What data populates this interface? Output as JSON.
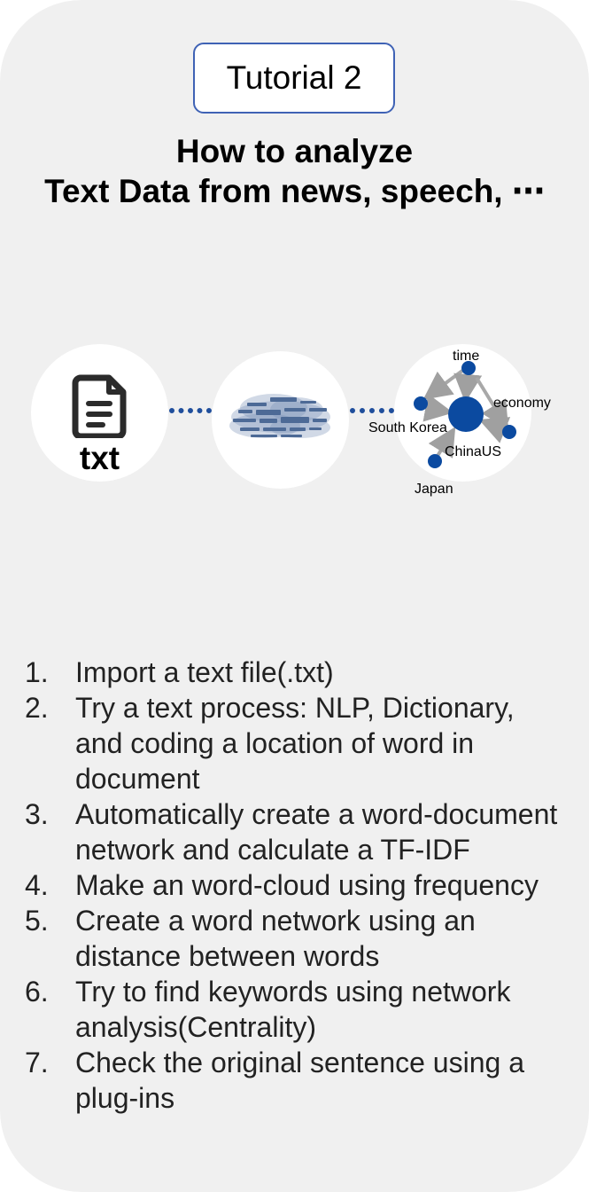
{
  "badge": {
    "label": "Tutorial 2"
  },
  "headline": {
    "line1": "How to analyze",
    "line2": "Text Data from news, speech, ⋯"
  },
  "pipeline": {
    "file_label": "txt",
    "file_icon": "document-icon",
    "cloud_icon": "word-cloud-icon",
    "network": {
      "nodes": [
        "time",
        "economy",
        "South Korea",
        "ChinaUS",
        "Japan"
      ]
    }
  },
  "colors": {
    "badge_border": "#3f62b5",
    "node_blue": "#0b4aa0",
    "connector": "#1f4e9c",
    "panel_bg": "#f0f0f0"
  },
  "steps": [
    {
      "num": "1.",
      "text": "Import a text file(.txt)"
    },
    {
      "num": "2.",
      "text": "Try a text process: NLP, Dictionary, and coding a location of word in document"
    },
    {
      "num": "3.",
      "text": "Automatically create a word-document network and calculate a TF-IDF"
    },
    {
      "num": "4.",
      "text": "Make an word-cloud using frequency"
    },
    {
      "num": "5.",
      "text": "Create a word network using an distance between words"
    },
    {
      "num": "6.",
      "text": "Try to find keywords using network analysis(Centrality)"
    },
    {
      "num": "7.",
      "text": "Check the original sentence using a plug-ins"
    }
  ]
}
